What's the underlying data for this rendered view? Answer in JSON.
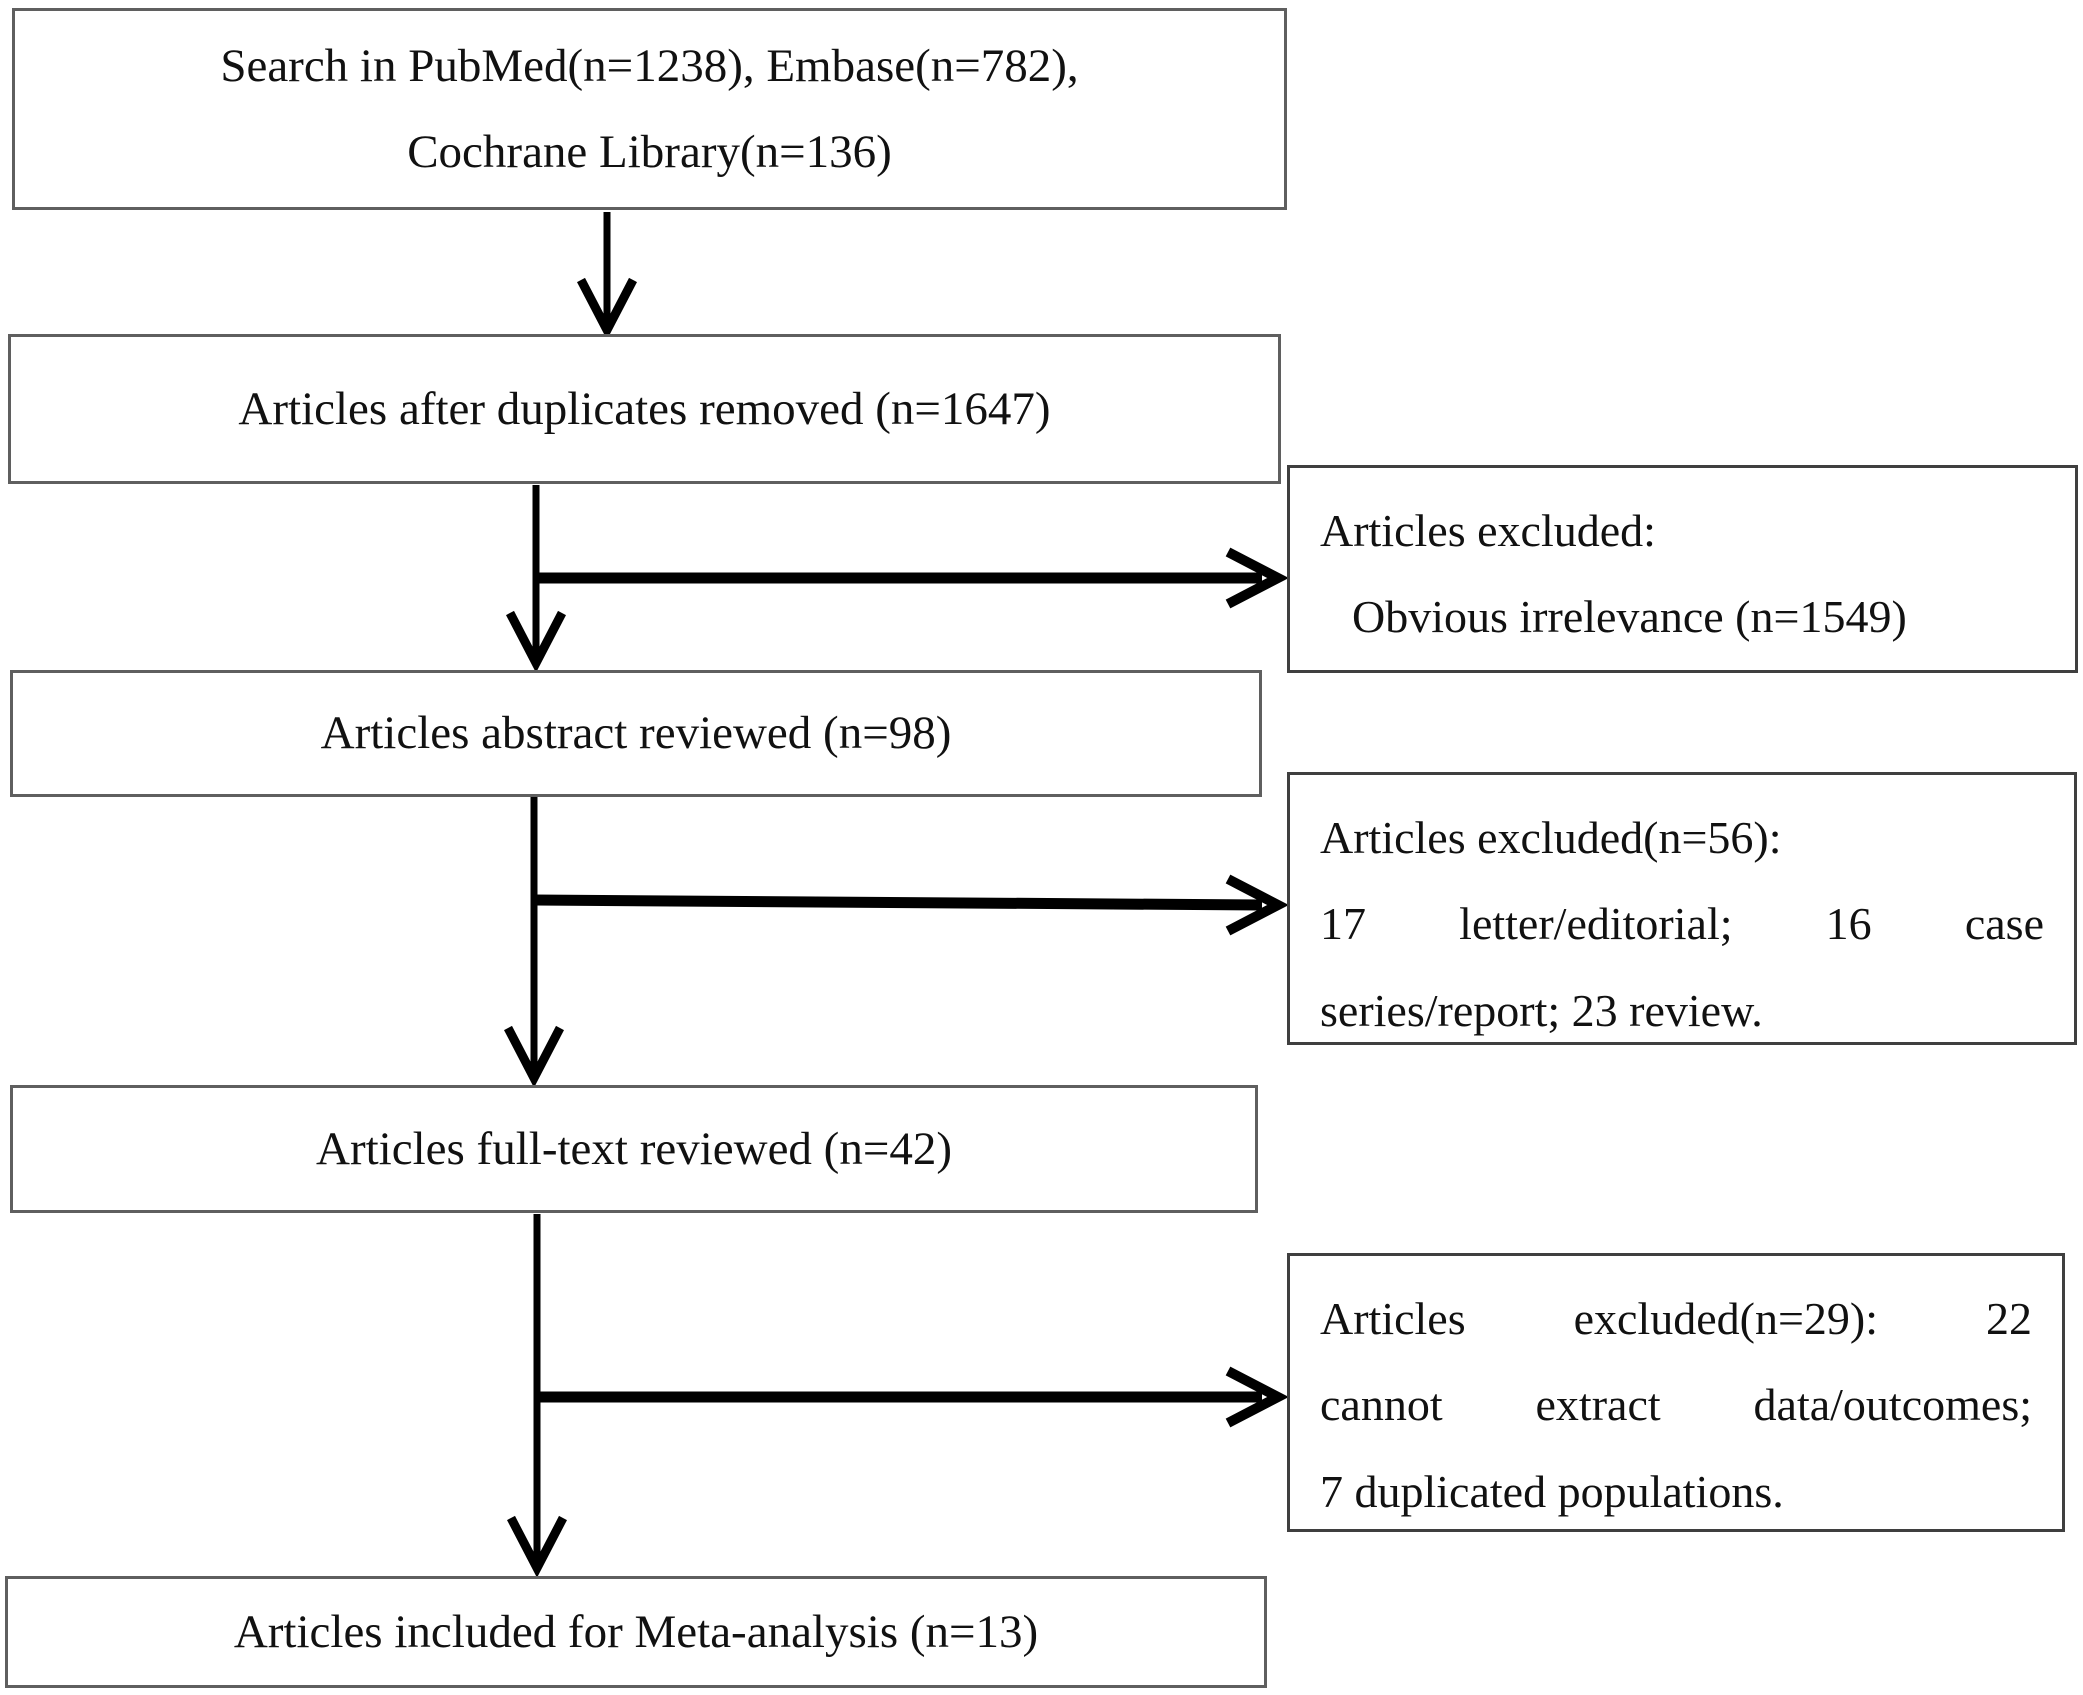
{
  "diagram": {
    "type": "prisma-flowchart",
    "main_boxes": [
      {
        "id": "search",
        "line1": "Search in PubMed(n=1238), Embase(n=782),",
        "line2": "Cochrane Library(n=136)"
      },
      {
        "id": "duplicates_removed",
        "text": "Articles after duplicates removed (n=1647)"
      },
      {
        "id": "abstract_reviewed",
        "text": "Articles abstract reviewed (n=98)"
      },
      {
        "id": "fulltext_reviewed",
        "text": "Articles full-text reviewed (n=42)"
      },
      {
        "id": "included",
        "text": "Articles included for Meta-analysis (n=13)"
      }
    ],
    "exclusion_boxes": [
      {
        "id": "excluded_irrelevance",
        "line1": "Articles excluded:",
        "line2": "Obvious irrelevance (n=1549)"
      },
      {
        "id": "excluded_abstract",
        "line1": "Articles excluded(n=56):",
        "line2": "17 letter/editorial; 16 case",
        "line3": "series/report; 23 review."
      },
      {
        "id": "excluded_fulltext",
        "line1": "Articles excluded(n=29): 22",
        "line2": "cannot extract data/outcomes;",
        "line3": "7 duplicated populations."
      }
    ],
    "counts": {
      "pubmed": 1238,
      "embase": 782,
      "cochrane_library": 136,
      "after_duplicates_removed": 1647,
      "excluded_obvious_irrelevance": 1549,
      "abstract_reviewed": 98,
      "excluded_after_abstract_total": 56,
      "letter_editorial": 17,
      "case_series_report": 16,
      "review": 23,
      "fulltext_reviewed": 42,
      "excluded_after_fulltext_total": 29,
      "cannot_extract_data_outcomes": 22,
      "duplicated_populations": 7,
      "included_meta_analysis": 13
    },
    "colors": {
      "background": "#ffffff",
      "main_box_border": "#5f5f5f",
      "exclusion_box_border": "#3f3f3f",
      "arrow": "#000000",
      "text": "#111111"
    }
  }
}
